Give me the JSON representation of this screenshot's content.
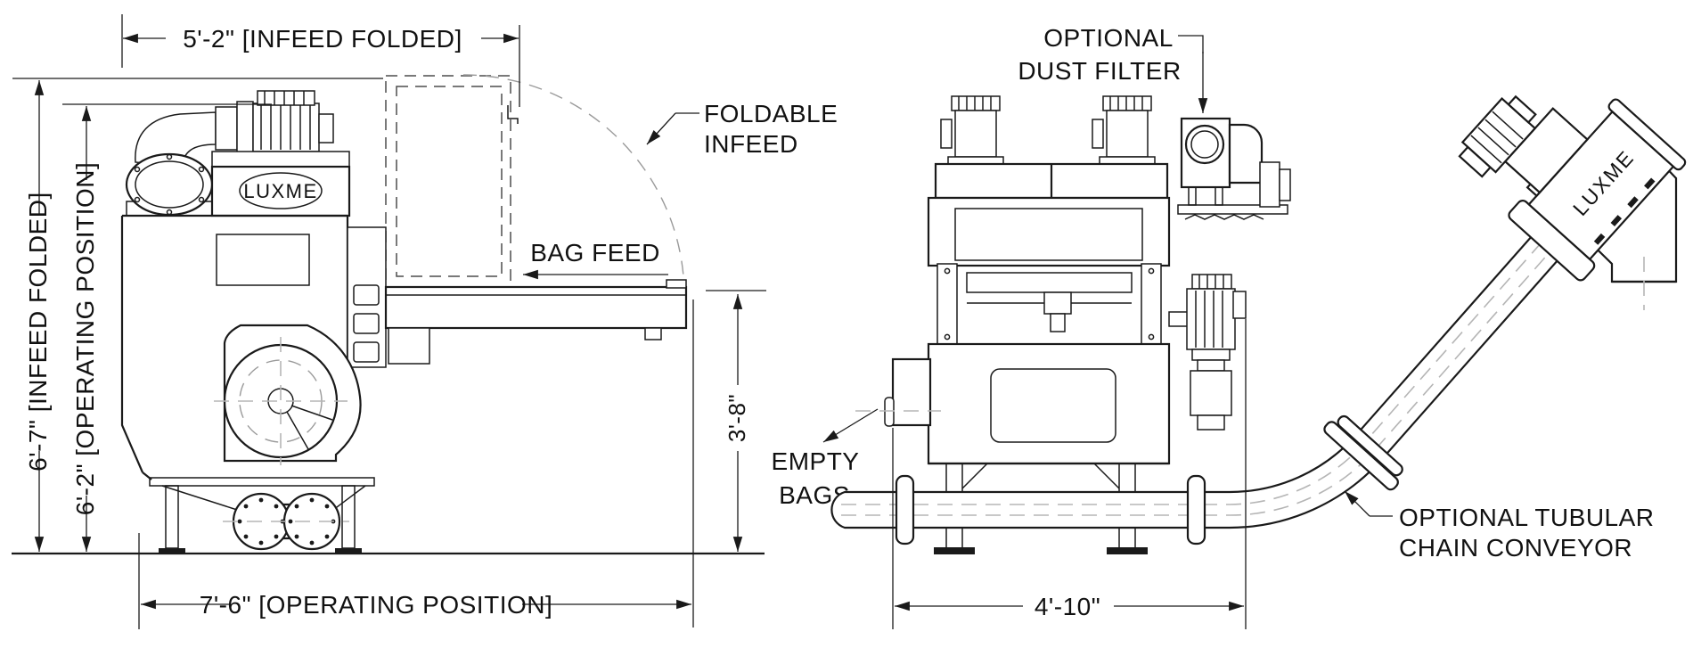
{
  "brand": "LUXME",
  "side_view": {
    "dim_width_folded": "5'-2\" [INFEED FOLDED]",
    "dim_height_folded": "6'-7\" [INFEED FOLDED]",
    "dim_height_operating": "6'-2\" [OPERATING POSITION]",
    "dim_width_operating": "7'-6\" [OPERATING POSITION]",
    "dim_feed_height": "3'-8\"",
    "foldable_infeed_line1": "FOLDABLE",
    "foldable_infeed_line2": "INFEED",
    "bag_feed": "BAG FEED"
  },
  "front_view": {
    "dust_filter_line1": "OPTIONAL",
    "dust_filter_line2": "DUST FILTER",
    "empty_bags_line1": "EMPTY",
    "empty_bags_line2": "BAGS",
    "dim_width": "4'-10\""
  },
  "conveyor_view": {
    "label_line1": "OPTIONAL TUBULAR",
    "label_line2": "CHAIN CONVEYOR"
  },
  "colors": {
    "line": "#1a1a1a",
    "label": "#111111",
    "fold_dash": "#4d4d4d",
    "arc_dash": "#9a9a9a",
    "centerline": "#b5b5b5",
    "background": "#ffffff"
  }
}
